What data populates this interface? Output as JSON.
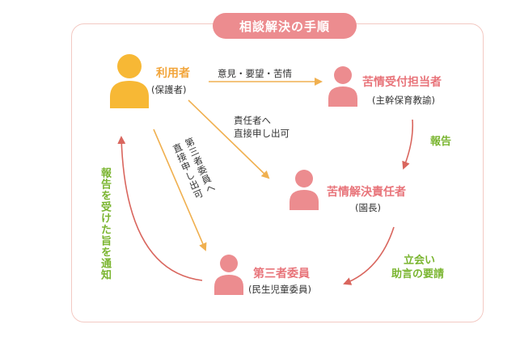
{
  "title": "相談解決の手順",
  "nodes": {
    "user": {
      "name": "利用者",
      "sub": "(保護者)"
    },
    "complaint_receiver": {
      "name": "苦情受付担当者",
      "sub": "(主幹保育教諭)"
    },
    "complaint_resolver": {
      "name": "苦情解決責任者",
      "sub": "(園長)"
    },
    "third_party": {
      "name": "第三者委員",
      "sub": "(民生児童委員)"
    }
  },
  "edges": {
    "opinions": "意見・要望・苦情",
    "direct_to_resolver_line1": "責任者へ",
    "direct_to_resolver_line2": "直接申し出可",
    "direct_to_third_line1": "第三者委員へ",
    "direct_to_third_line2": "直接申し出可",
    "report": "報告",
    "consult_line1": "立会い",
    "consult_line2": "助言の要請",
    "notify": "報告を受けた旨を通知"
  },
  "colors": {
    "user": "#f7b835",
    "staff": "#ec8c8f",
    "accent_text": "#e8747a",
    "user_text": "#f2a53a",
    "arrow_orange": "#f0b050",
    "arrow_red": "#d9665e",
    "green_text": "#7ab530",
    "frame": "#f3c9c3"
  }
}
